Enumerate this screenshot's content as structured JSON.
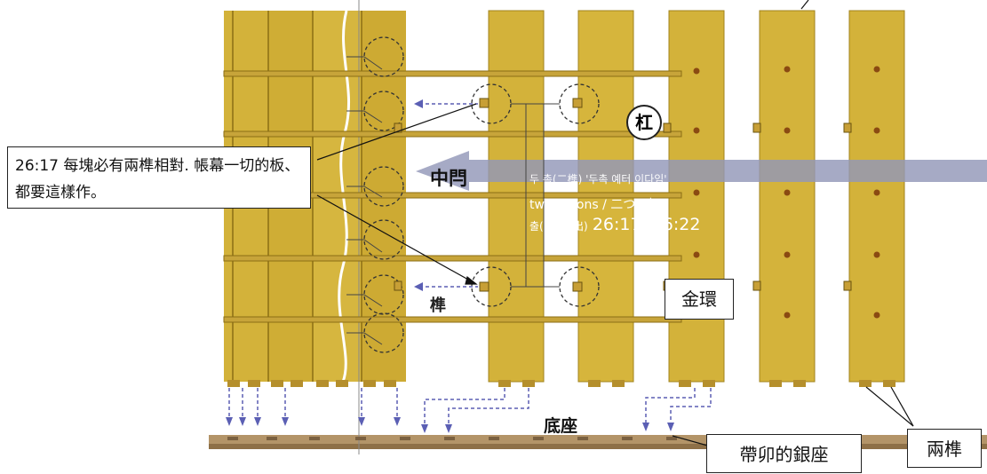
{
  "colors": {
    "board": "#d3b23a",
    "board_dark": "#a0831c",
    "bar": "#c7a43a",
    "arrow_band": "#9397b8",
    "arrow_dash": "#5b5fb4",
    "base": "#b39468"
  },
  "icons": {
    "bar_marker": "circled-char-icon",
    "ring": "dashed-circle-icon"
  },
  "labels": {
    "callout_verse": "26:17 每塊必有兩榫相對. 帳幕一切的板、都要這樣作。",
    "bar_marker": "杠",
    "middle_bar": "中閂",
    "tenon_small": "榫",
    "gold_ring": "金環",
    "base": "底座",
    "silver_base": "帶卯的銀座",
    "two_tenons": "兩榫",
    "info_line1": "두 촉(二榫)  '두촉  예터 이다임'",
    "info_line2": "two tenons / 二つの柄",
    "info_ref_book": "출(Exod/出)",
    "info_ref_verses": "26:17, 36:22"
  }
}
